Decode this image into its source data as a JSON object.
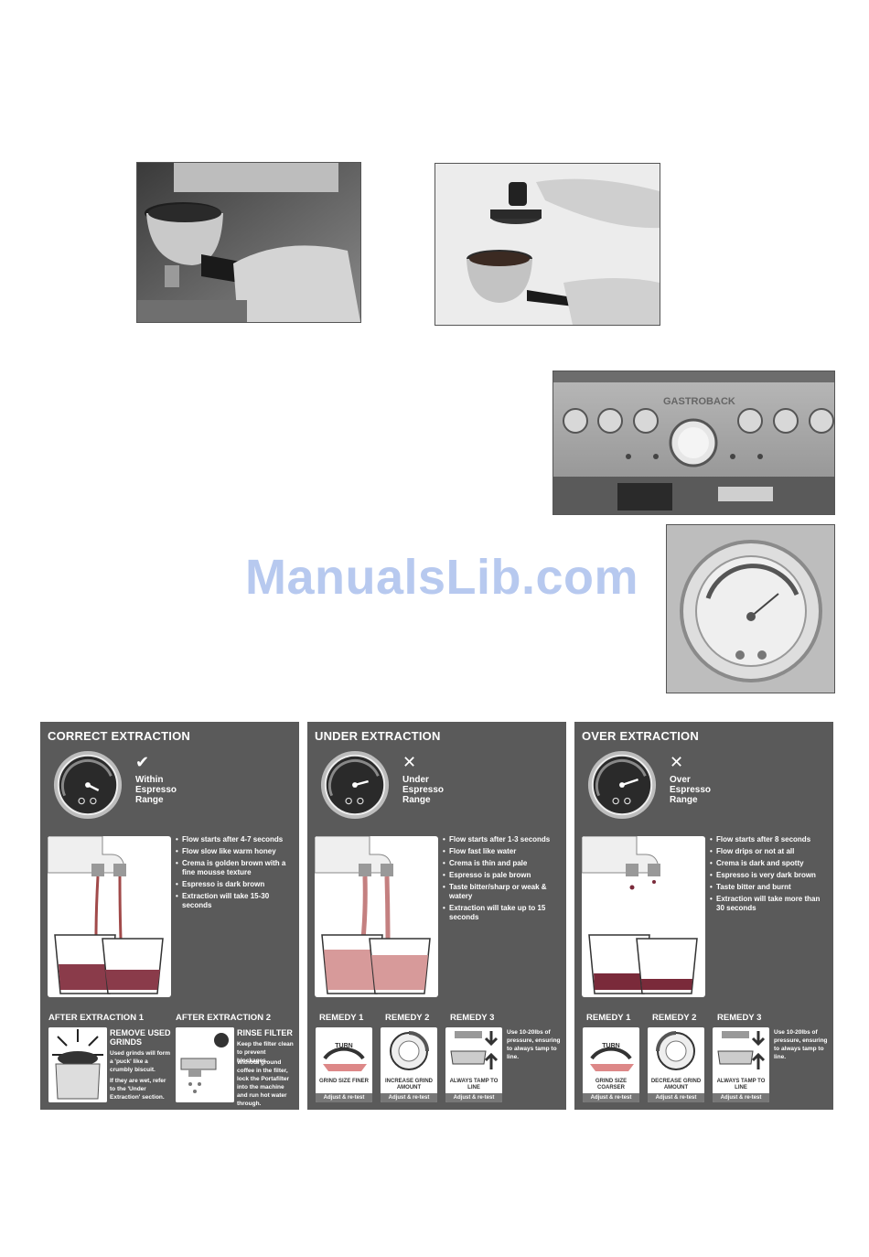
{
  "watermark": "ManualsLib.com",
  "photos": {
    "portafilter_dosing": "portafilter-dosing-photo",
    "tamping": "tamping-photo",
    "control_panel": "control-panel-photo",
    "control_panel_brand": "GASTROBACK",
    "pressure_gauge": "pressure-gauge-photo"
  },
  "panels": [
    {
      "title": "CORRECT EXTRACTION",
      "mark": "✔",
      "range_label": "Within Espresso Range",
      "bullets": [
        "Flow starts after 4-7 seconds",
        "Flow slow like warm honey",
        "Crema is golden brown with a fine mousse texture",
        "Espresso is dark brown",
        "Extraction will take 15-30 seconds"
      ],
      "after1": {
        "heading": "AFTER EXTRACTION 1",
        "title": "REMOVE USED GRINDS",
        "text1": "Used grinds will form a 'puck' like a crumbly biscuit.",
        "text2": "If they are wet, refer to the 'Under Extraction' section."
      },
      "after2": {
        "heading": "AFTER EXTRACTION 2",
        "title": "RINSE FILTER",
        "text1": "Keep the filter clean to prevent blockages.",
        "text2": "Without ground coffee in the filter, lock the Portafilter into the machine and run hot water through."
      }
    },
    {
      "title": "UNDER EXTRACTION",
      "mark": "✕",
      "range_label": "Under Espresso Range",
      "bullets": [
        "Flow starts after 1-3 seconds",
        "Flow fast like water",
        "Crema is thin and pale",
        "Espresso is pale brown",
        "Taste bitter/sharp or weak & watery",
        "Extraction will take up to 15 seconds"
      ],
      "remedies": [
        {
          "heading": "REMEDY 1",
          "label": "GRIND SIZE FINER",
          "icon_word": "TURN",
          "footer": "Adjust & re-test"
        },
        {
          "heading": "REMEDY 2",
          "label": "INCREASE GRIND AMOUNT",
          "footer": "Adjust & re-test"
        },
        {
          "heading": "REMEDY 3",
          "label": "ALWAYS TAMP TO LINE",
          "footer": "Adjust & re-test"
        }
      ],
      "tamp_note": "Use 10-20lbs of pressure, ensuring to always tamp to line."
    },
    {
      "title": "OVER EXTRACTION",
      "mark": "✕",
      "range_label": "Over Espresso Range",
      "bullets": [
        "Flow starts after 8 seconds",
        "Flow drips or not at all",
        "Crema is dark and spotty",
        "Espresso is very dark brown",
        "Taste bitter and burnt",
        "Extraction will take more than 30 seconds"
      ],
      "remedies": [
        {
          "heading": "REMEDY 1",
          "label": "GRIND SIZE COARSER",
          "icon_word": "TURN",
          "footer": "Adjust & re-test"
        },
        {
          "heading": "REMEDY 2",
          "label": "DECREASE GRIND AMOUNT",
          "footer": "Adjust & re-test"
        },
        {
          "heading": "REMEDY 3",
          "label": "ALWAYS TAMP TO LINE",
          "footer": "Adjust & re-test"
        }
      ],
      "tamp_note": "Use 10-20lbs of pressure, ensuring to always tamp to line."
    }
  ]
}
